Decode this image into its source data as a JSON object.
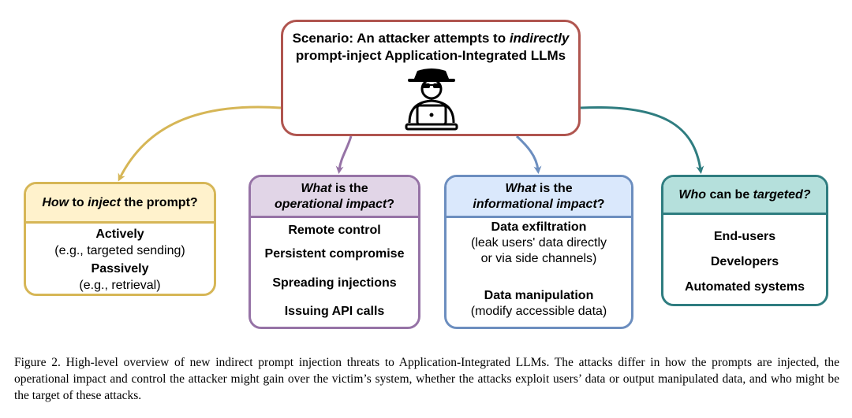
{
  "scenario": {
    "text_part1": "Scenario: An attacker attempts to ",
    "text_italic": "indirectly",
    "text_part2": "prompt-inject Application-Integrated LLMs",
    "icon": "hacker-icon"
  },
  "boxes": {
    "inject": {
      "head_it": "How",
      "head_mid1": " to ",
      "head_it2": "inject",
      "head_mid2": " the prompt?",
      "item1": "Actively",
      "item1_note": "(e.g., targeted sending)",
      "item2": "Passively",
      "item2_note": "(e.g., retrieval)",
      "color": "#d6b656"
    },
    "operational": {
      "head_it": "What",
      "head_line1_rest": " is the",
      "head_line2_it": "operational impact",
      "head_line2_rest": "?",
      "items": [
        "Remote control",
        "Persistent compromise",
        "Spreading injections",
        "Issuing API calls"
      ],
      "color": "#9673a6"
    },
    "informational": {
      "head_it": "What",
      "head_line1_rest": " is the",
      "head_line2_it": "informational impact",
      "head_line2_rest": "?",
      "item1": "Data exfiltration",
      "item1_note1": "(leak users' data directly",
      "item1_note2": "or via side channels)",
      "item2": "Data manipulation",
      "item2_note": "(modify accessible data)",
      "color": "#6c8ebf"
    },
    "targeted": {
      "head_it": "Who",
      "head_mid": " can be ",
      "head_it2": "targeted?",
      "items": [
        "End-users",
        "Developers",
        "Automated systems"
      ],
      "color": "#2f7d80"
    }
  },
  "caption": "Figure 2.  High-level overview of new indirect prompt injection threats to Application-Integrated LLMs.  The attacks differ in how the prompts are injected, the operational impact and control the attacker might gain over the victim’s system, whether the attacks exploit users’ data or output manipulated data, and who might be the target of these attacks."
}
